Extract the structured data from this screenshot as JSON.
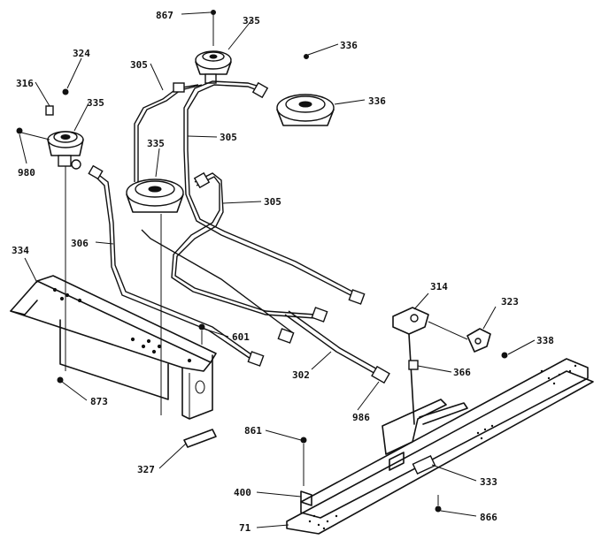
{
  "callouts": [
    {
      "id": "c867",
      "text": "867"
    },
    {
      "id": "c335a",
      "text": "335"
    },
    {
      "id": "c336a",
      "text": "336"
    },
    {
      "id": "c305a",
      "text": "305"
    },
    {
      "id": "c324",
      "text": "324"
    },
    {
      "id": "c316",
      "text": "316"
    },
    {
      "id": "c335b",
      "text": "335"
    },
    {
      "id": "c336b",
      "text": "336"
    },
    {
      "id": "c335c",
      "text": "335"
    },
    {
      "id": "c305b",
      "text": "305"
    },
    {
      "id": "c980",
      "text": "980"
    },
    {
      "id": "c305c",
      "text": "305"
    },
    {
      "id": "c306",
      "text": "306"
    },
    {
      "id": "c334",
      "text": "334"
    },
    {
      "id": "c314",
      "text": "314"
    },
    {
      "id": "c323",
      "text": "323"
    },
    {
      "id": "c601",
      "text": "601"
    },
    {
      "id": "c338",
      "text": "338"
    },
    {
      "id": "c302",
      "text": "302"
    },
    {
      "id": "c366",
      "text": "366"
    },
    {
      "id": "c873",
      "text": "873"
    },
    {
      "id": "c986",
      "text": "986"
    },
    {
      "id": "c861",
      "text": "861"
    },
    {
      "id": "c327",
      "text": "327"
    },
    {
      "id": "c333",
      "text": "333"
    },
    {
      "id": "c400",
      "text": "400"
    },
    {
      "id": "c866",
      "text": "866"
    },
    {
      "id": "c71",
      "text": "71"
    }
  ]
}
